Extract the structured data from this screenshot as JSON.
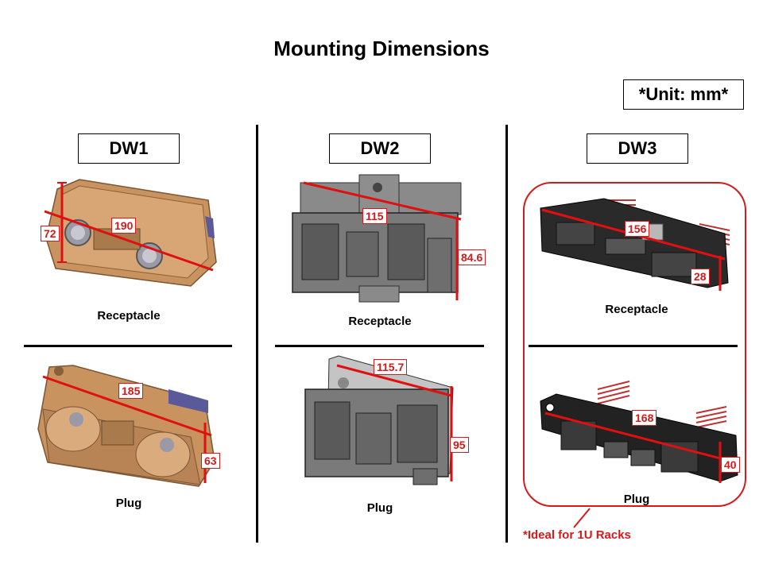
{
  "title": "Mounting Dimensions",
  "unit_label": "*Unit: mm*",
  "columns": [
    {
      "name": "DW1",
      "receptacle": {
        "caption": "Receptacle",
        "dims": [
          "190",
          "72"
        ]
      },
      "plug": {
        "caption": "Plug",
        "dims": [
          "185",
          "63"
        ]
      }
    },
    {
      "name": "DW2",
      "receptacle": {
        "caption": "Receptacle",
        "dims": [
          "115",
          "84.6"
        ]
      },
      "plug": {
        "caption": "Plug",
        "dims": [
          "115.7",
          "95"
        ]
      }
    },
    {
      "name": "DW3",
      "receptacle": {
        "caption": "Receptacle",
        "dims": [
          "156",
          "28"
        ]
      },
      "plug": {
        "caption": "Plug",
        "dims": [
          "168",
          "40"
        ]
      }
    }
  ],
  "note": "*Ideal for 1U Racks",
  "colors": {
    "accent": "#d41a1a",
    "dw1_body": "#c8935f",
    "dw2_body": "#7a7a7a",
    "dw3_body": "#2a2a2a"
  }
}
